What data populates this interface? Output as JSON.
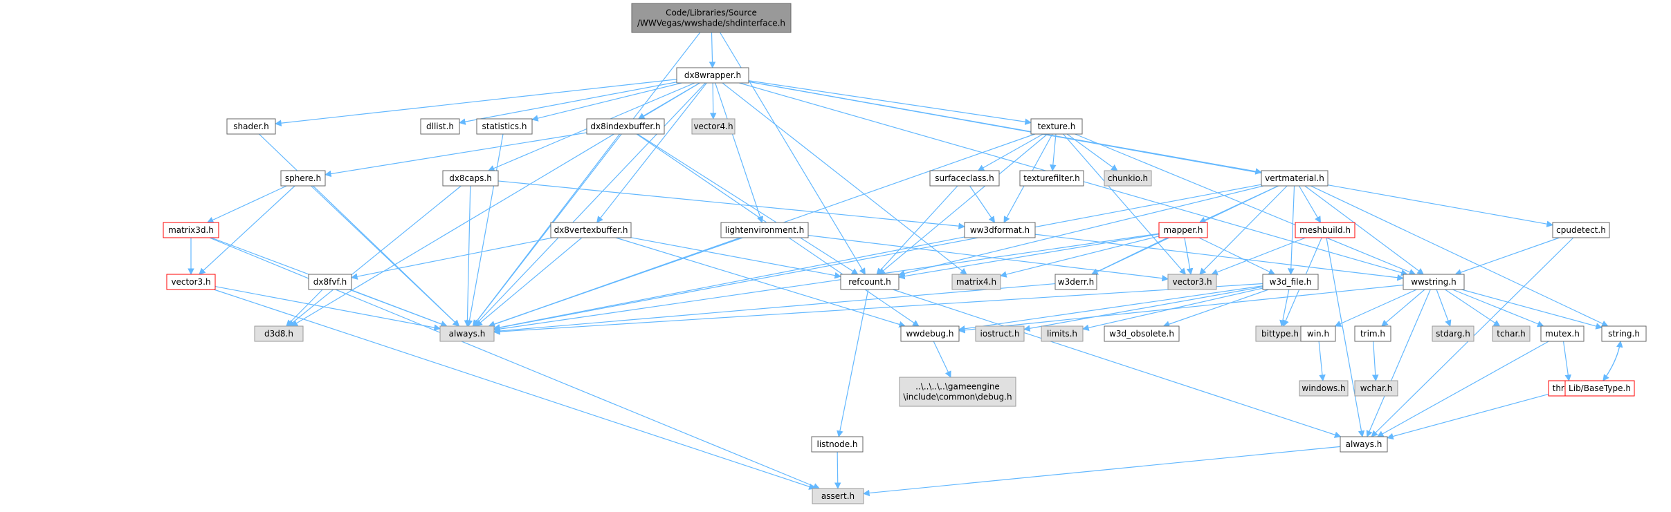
{
  "colors": {
    "edge": "#63b8ff",
    "node_normal_fill": "#ffffff",
    "node_normal_stroke": "#666666",
    "node_missing_fill": "#e0e0e0",
    "node_missing_stroke": "#999999",
    "node_root_fill": "#999999",
    "node_root_stroke": "#666666",
    "node_red_stroke": "#ff0000"
  },
  "nodes": [
    {
      "id": "root",
      "type": "root",
      "lines": [
        "Code/Libraries/Source",
        "/WWVegas/wwshade/shdinterface.h"
      ]
    },
    {
      "id": "dx8wrapper",
      "type": "normal",
      "lines": [
        "dx8wrapper.h"
      ]
    },
    {
      "id": "shader",
      "type": "normal",
      "lines": [
        "shader.h"
      ]
    },
    {
      "id": "dllist",
      "type": "normal",
      "lines": [
        "dllist.h"
      ]
    },
    {
      "id": "statistics",
      "type": "normal",
      "lines": [
        "statistics.h"
      ]
    },
    {
      "id": "dx8indexbuffer",
      "type": "normal",
      "lines": [
        "dx8indexbuffer.h"
      ]
    },
    {
      "id": "vector4",
      "type": "missing",
      "lines": [
        "vector4.h"
      ]
    },
    {
      "id": "texture",
      "type": "normal",
      "lines": [
        "texture.h"
      ]
    },
    {
      "id": "cpudetect",
      "type": "normal",
      "lines": [
        "cpudetect.h"
      ]
    },
    {
      "id": "sphere",
      "type": "normal",
      "lines": [
        "sphere.h"
      ]
    },
    {
      "id": "dx8caps",
      "type": "normal",
      "lines": [
        "dx8caps.h"
      ]
    },
    {
      "id": "surfaceclass",
      "type": "normal",
      "lines": [
        "surfaceclass.h"
      ]
    },
    {
      "id": "texturefilter",
      "type": "normal",
      "lines": [
        "texturefilter.h"
      ]
    },
    {
      "id": "chunkio",
      "type": "missing",
      "lines": [
        "chunkio.h"
      ]
    },
    {
      "id": "vertmaterial",
      "type": "normal",
      "lines": [
        "vertmaterial.h"
      ]
    },
    {
      "id": "matrix3d",
      "type": "red",
      "lines": [
        "matrix3d.h"
      ]
    },
    {
      "id": "dx8vertexbuffer",
      "type": "normal",
      "lines": [
        "dx8vertexbuffer.h"
      ]
    },
    {
      "id": "lightenvironment",
      "type": "normal",
      "lines": [
        "lightenvironment.h"
      ]
    },
    {
      "id": "ww3dformat",
      "type": "normal",
      "lines": [
        "ww3dformat.h"
      ]
    },
    {
      "id": "mapper",
      "type": "red",
      "lines": [
        "mapper.h"
      ]
    },
    {
      "id": "meshbuild",
      "type": "red",
      "lines": [
        "meshbuild.h"
      ]
    },
    {
      "id": "vector3",
      "type": "red",
      "lines": [
        "vector3.h"
      ]
    },
    {
      "id": "dx8fvf",
      "type": "normal",
      "lines": [
        "dx8fvf.h"
      ]
    },
    {
      "id": "refcount",
      "type": "normal",
      "lines": [
        "refcount.h"
      ]
    },
    {
      "id": "matrix4",
      "type": "missing",
      "lines": [
        "matrix4.h"
      ]
    },
    {
      "id": "w3derr",
      "type": "normal",
      "lines": [
        "w3derr.h"
      ]
    },
    {
      "id": "vector3b",
      "type": "missing",
      "lines": [
        "vector3.h"
      ]
    },
    {
      "id": "w3d_file",
      "type": "normal",
      "lines": [
        "w3d_file.h"
      ]
    },
    {
      "id": "wwstring",
      "type": "normal",
      "lines": [
        "wwstring.h"
      ]
    },
    {
      "id": "d3d8",
      "type": "missing",
      "lines": [
        "d3d8.h"
      ]
    },
    {
      "id": "always",
      "type": "missing",
      "lines": [
        "always.h"
      ]
    },
    {
      "id": "wwdebug",
      "type": "normal",
      "lines": [
        "wwdebug.h"
      ]
    },
    {
      "id": "iostruct",
      "type": "missing",
      "lines": [
        "iostruct.h"
      ]
    },
    {
      "id": "limits",
      "type": "missing",
      "lines": [
        "limits.h"
      ]
    },
    {
      "id": "w3d_obsolete",
      "type": "normal",
      "lines": [
        "w3d_obsolete.h"
      ]
    },
    {
      "id": "bittype",
      "type": "missing",
      "lines": [
        "bittype.h"
      ]
    },
    {
      "id": "win",
      "type": "normal",
      "lines": [
        "win.h"
      ]
    },
    {
      "id": "trim",
      "type": "normal",
      "lines": [
        "trim.h"
      ]
    },
    {
      "id": "stdarg",
      "type": "missing",
      "lines": [
        "stdarg.h"
      ]
    },
    {
      "id": "tchar",
      "type": "missing",
      "lines": [
        "tchar.h"
      ]
    },
    {
      "id": "mutex",
      "type": "normal",
      "lines": [
        "mutex.h"
      ]
    },
    {
      "id": "string",
      "type": "normal",
      "lines": [
        "string.h"
      ]
    },
    {
      "id": "gamedebug",
      "type": "missing",
      "lines": [
        "..\\..\\..\\..\\gameengine",
        "\\include\\common\\debug.h"
      ]
    },
    {
      "id": "windows",
      "type": "missing",
      "lines": [
        "windows.h"
      ]
    },
    {
      "id": "wchar",
      "type": "missing",
      "lines": [
        "wchar.h"
      ]
    },
    {
      "id": "thread",
      "type": "red",
      "lines": [
        "thread.h"
      ]
    },
    {
      "id": "basetype",
      "type": "red",
      "lines": [
        "Lib/BaseType.h"
      ]
    },
    {
      "id": "listnode",
      "type": "normal",
      "lines": [
        "listnode.h"
      ]
    },
    {
      "id": "always2",
      "type": "normal",
      "lines": [
        "always.h"
      ]
    },
    {
      "id": "assert",
      "type": "missing",
      "lines": [
        "assert.h"
      ]
    }
  ],
  "edges": [
    [
      "root",
      "dx8wrapper"
    ],
    [
      "root",
      "always"
    ],
    [
      "root",
      "refcount"
    ],
    [
      "dx8wrapper",
      "shader"
    ],
    [
      "dx8wrapper",
      "dllist"
    ],
    [
      "dx8wrapper",
      "statistics"
    ],
    [
      "dx8wrapper",
      "dx8indexbuffer"
    ],
    [
      "dx8wrapper",
      "vector4"
    ],
    [
      "dx8wrapper",
      "texture"
    ],
    [
      "dx8wrapper",
      "cpudetect"
    ],
    [
      "dx8wrapper",
      "dx8caps"
    ],
    [
      "dx8wrapper",
      "vertmaterial"
    ],
    [
      "dx8wrapper",
      "dx8vertexbuffer"
    ],
    [
      "dx8wrapper",
      "lightenvironment"
    ],
    [
      "dx8wrapper",
      "matrix4"
    ],
    [
      "dx8wrapper",
      "wwstring"
    ],
    [
      "dx8wrapper",
      "d3d8"
    ],
    [
      "dx8wrapper",
      "always"
    ],
    [
      "shader",
      "always"
    ],
    [
      "statistics",
      "always"
    ],
    [
      "dx8indexbuffer",
      "sphere"
    ],
    [
      "dx8indexbuffer",
      "always"
    ],
    [
      "dx8indexbuffer",
      "refcount"
    ],
    [
      "dx8indexbuffer",
      "wwdebug"
    ],
    [
      "texture",
      "surfaceclass"
    ],
    [
      "texture",
      "texturefilter"
    ],
    [
      "texture",
      "chunkio"
    ],
    [
      "texture",
      "ww3dformat"
    ],
    [
      "texture",
      "refcount"
    ],
    [
      "texture",
      "vector3b"
    ],
    [
      "texture",
      "wwstring"
    ],
    [
      "texture",
      "always"
    ],
    [
      "cpudetect",
      "wwstring"
    ],
    [
      "cpudetect",
      "always2"
    ],
    [
      "sphere",
      "matrix3d"
    ],
    [
      "sphere",
      "vector3"
    ],
    [
      "sphere",
      "always"
    ],
    [
      "dx8caps",
      "ww3dformat"
    ],
    [
      "dx8caps",
      "d3d8"
    ],
    [
      "dx8caps",
      "always"
    ],
    [
      "surfaceclass",
      "ww3dformat"
    ],
    [
      "surfaceclass",
      "refcount"
    ],
    [
      "vertmaterial",
      "mapper"
    ],
    [
      "vertmaterial",
      "meshbuild"
    ],
    [
      "vertmaterial",
      "refcount"
    ],
    [
      "vertmaterial",
      "vector3b"
    ],
    [
      "vertmaterial",
      "w3derr"
    ],
    [
      "vertmaterial",
      "w3d_file"
    ],
    [
      "vertmaterial",
      "wwstring"
    ],
    [
      "vertmaterial",
      "string"
    ],
    [
      "vertmaterial",
      "always"
    ],
    [
      "matrix3d",
      "vector3"
    ],
    [
      "matrix3d",
      "always"
    ],
    [
      "matrix3d",
      "assert"
    ],
    [
      "dx8vertexbuffer",
      "dx8fvf"
    ],
    [
      "dx8vertexbuffer",
      "refcount"
    ],
    [
      "dx8vertexbuffer",
      "always"
    ],
    [
      "dx8vertexbuffer",
      "wwdebug"
    ],
    [
      "lightenvironment",
      "vector3b"
    ],
    [
      "lightenvironment",
      "always"
    ],
    [
      "ww3dformat",
      "wwstring"
    ],
    [
      "ww3dformat",
      "always"
    ],
    [
      "mapper",
      "refcount"
    ],
    [
      "mapper",
      "vector3b"
    ],
    [
      "mapper",
      "w3derr"
    ],
    [
      "mapper",
      "matrix4"
    ],
    [
      "mapper",
      "w3d_file"
    ],
    [
      "mapper",
      "always"
    ],
    [
      "meshbuild",
      "vector3b"
    ],
    [
      "meshbuild",
      "bittype"
    ],
    [
      "meshbuild",
      "always2"
    ],
    [
      "vector3",
      "always"
    ],
    [
      "vector3",
      "assert"
    ],
    [
      "dx8fvf",
      "d3d8"
    ],
    [
      "dx8fvf",
      "always"
    ],
    [
      "refcount",
      "listnode"
    ],
    [
      "refcount",
      "always2"
    ],
    [
      "w3derr",
      "always"
    ],
    [
      "w3d_file",
      "always"
    ],
    [
      "w3d_file",
      "iostruct"
    ],
    [
      "w3d_file",
      "limits"
    ],
    [
      "w3d_file",
      "w3d_obsolete"
    ],
    [
      "w3d_file",
      "bittype"
    ],
    [
      "w3d_file",
      "wwdebug"
    ],
    [
      "wwstring",
      "win"
    ],
    [
      "wwstring",
      "trim"
    ],
    [
      "wwstring",
      "stdarg"
    ],
    [
      "wwstring",
      "tchar"
    ],
    [
      "wwstring",
      "mutex"
    ],
    [
      "wwstring",
      "string"
    ],
    [
      "wwstring",
      "always2"
    ],
    [
      "wwstring",
      "wwdebug"
    ],
    [
      "wwdebug",
      "gamedebug"
    ],
    [
      "win",
      "windows"
    ],
    [
      "trim",
      "wchar"
    ],
    [
      "mutex",
      "thread"
    ],
    [
      "mutex",
      "always2"
    ],
    [
      "string",
      "basetype"
    ],
    [
      "basetype",
      "string"
    ],
    [
      "thread",
      "always2"
    ],
    [
      "listnode",
      "assert"
    ],
    [
      "always2",
      "assert"
    ]
  ]
}
